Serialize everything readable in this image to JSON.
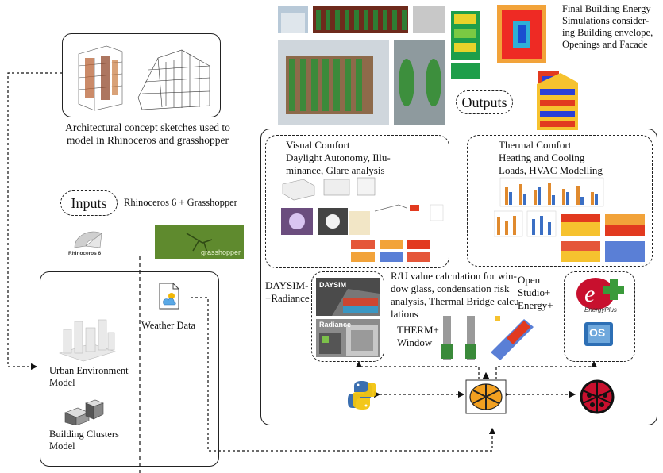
{
  "inputs_label": "Inputs",
  "outputs_label": "Outputs",
  "software_label": "Rhinoceros 6 + Grasshopper",
  "sketch_caption": "Architectural concept sketches used to\nmodel in Rhinoceros and grasshopper",
  "final_caption": "Final Building Energy\nSimulations consider-\ning Building envelope,\nOpenings and Facade",
  "visual_comfort": "Visual Comfort\nDaylight Autonomy, Illu-\nminance, Glare analysis",
  "thermal_comfort": "Thermal Comfort\nHeating and Cooling\nLoads, HVAC Modelling",
  "daysim": "DAYSIM-\n+Radiance",
  "ru_value": "R/U value calculation for win-\ndow glass, condensation risk\nanalysis, Thermal Bridge calcu-\nlations",
  "therm": "THERM+\nWindow",
  "openstudio": "Open\nStudio+\nEnergy+",
  "weather": "Weather Data",
  "urban": "Urban Environment\nModel",
  "clusters": "Building Clusters\nModel",
  "rhino_logo": "Rhinoceros 6",
  "grasshopper_logo": "grasshopper",
  "daysim_logo": "DAYSIM",
  "radiance_logo": "Radiance",
  "energyplus_logo": "EnergyPlus",
  "os_logo": "OS",
  "colors": {
    "heat_red": "#d7191c",
    "heat_blue": "#2b3fd6",
    "grass_green": "#5f8a2e",
    "eplus_red": "#c8102e",
    "eplus_green": "#3a9a3a"
  }
}
